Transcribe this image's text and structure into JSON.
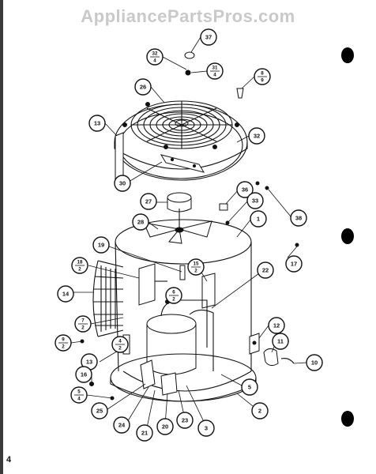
{
  "watermark": "AppliancePartsPros.com",
  "page_number": "4",
  "callouts": {
    "c37": "37",
    "c32_4_top": "32",
    "c32_4_bot": "4",
    "c31_4_top": "31",
    "c31_4_bot": "4",
    "c8_9_top": "8",
    "c8_9_bot": "9",
    "c26": "26",
    "c13_top": "13",
    "c32": "32",
    "c30": "30",
    "c27": "27",
    "c36": "36",
    "c33": "33",
    "c38": "38",
    "c28": "28",
    "c1": "1",
    "c17": "17",
    "c19": "19",
    "c18_2_top": "18",
    "c18_2_bot": "2",
    "c15_2_top": "15",
    "c15_2_bot": "2",
    "c22": "22",
    "c14": "14",
    "c6_2_top": "6",
    "c6_2_bot": "2",
    "c7_2_top": "7",
    "c7_2_bot": "2",
    "c9_2_top": "9",
    "c9_2_bot": "2",
    "c4_2_top": "4",
    "c4_2_bot": "2",
    "c12": "12",
    "c11": "11",
    "c10": "10",
    "c13_bot": "13",
    "c16": "16",
    "c5_4_top": "5",
    "c5_4_bot": "4",
    "c5": "5",
    "c25": "25",
    "c24": "24",
    "c21": "21",
    "c20": "20",
    "c23": "23",
    "c3": "3",
    "c2": "2"
  }
}
